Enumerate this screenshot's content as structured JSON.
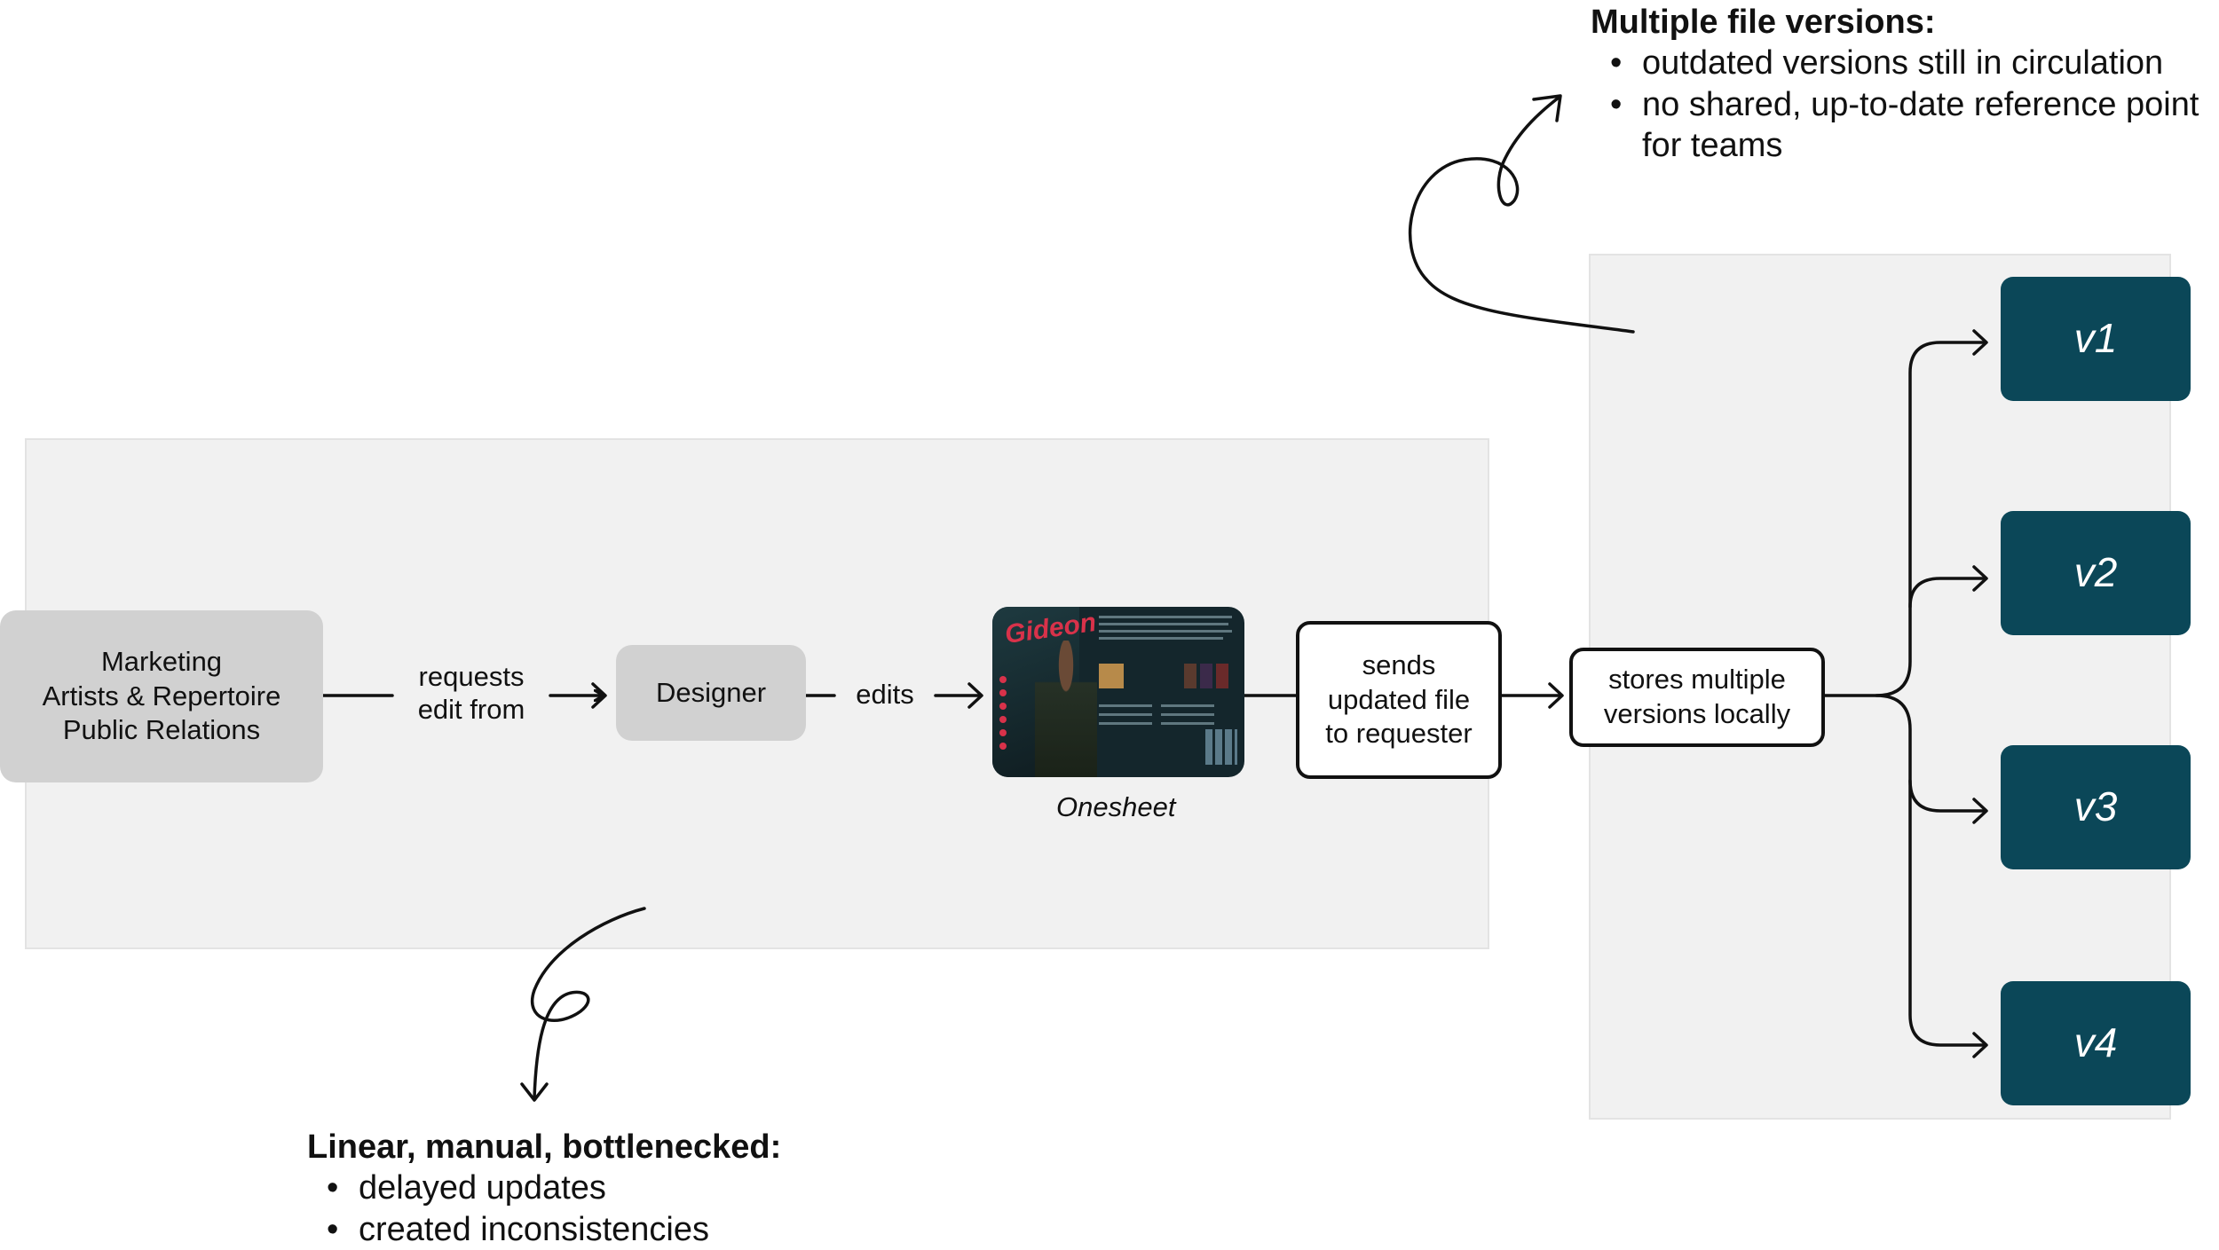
{
  "nodes": {
    "source": {
      "lines": [
        "Marketing",
        "Artists & Repertoire",
        "Public Relations"
      ]
    },
    "designer": {
      "label": "Designer"
    },
    "sends": {
      "lines": [
        "sends",
        "updated file",
        "to requester"
      ]
    },
    "stores": {
      "lines": [
        "stores multiple",
        "versions locally"
      ]
    },
    "versions": [
      "v1",
      "v2",
      "v3",
      "v4"
    ]
  },
  "edges": {
    "requests": {
      "lines": [
        "requests",
        "edit from"
      ]
    },
    "edits": {
      "label": "edits"
    }
  },
  "onesheet": {
    "caption": "Onesheet",
    "logo_text": "Gideon"
  },
  "notes": {
    "top": {
      "title": "Multiple file versions:",
      "bullets": [
        "outdated versions still in circulation",
        "no shared, up-to-date reference point for teams"
      ]
    },
    "bottom": {
      "title": "Linear, manual, bottlenecked:",
      "bullets": [
        "delayed updates",
        "created inconsistencies"
      ]
    }
  },
  "colors": {
    "panel": "#f1f1f1",
    "grey_node": "#d1d1d1",
    "version_node": "#0b4758",
    "line": "#111111"
  }
}
